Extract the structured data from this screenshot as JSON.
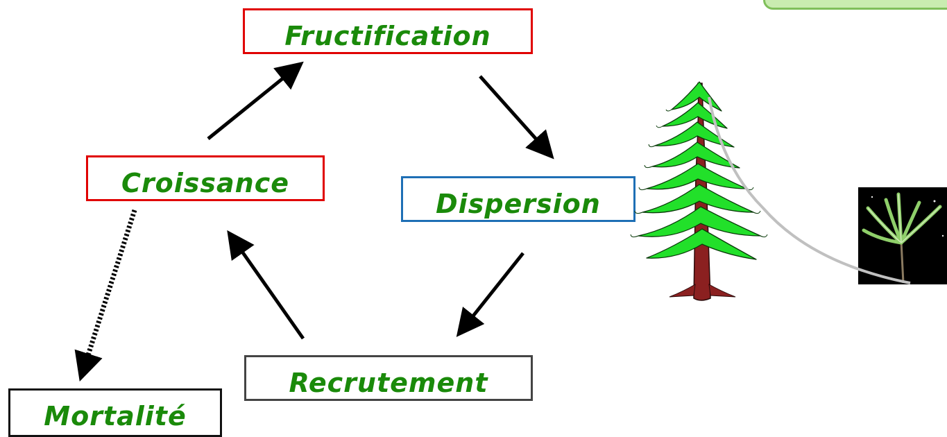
{
  "nodes": {
    "fructification": "Fructification",
    "dispersion": "Dispersion",
    "croissance": "Croissance",
    "recrutement": "Recrutement",
    "mortalite": "Mortalité"
  },
  "edges": [
    {
      "from": "croissance",
      "to": "fructification",
      "style": "solid"
    },
    {
      "from": "fructification",
      "to": "dispersion",
      "style": "solid"
    },
    {
      "from": "dispersion",
      "to": "recrutement",
      "style": "solid"
    },
    {
      "from": "recrutement",
      "to": "croissance",
      "style": "solid"
    },
    {
      "from": "croissance",
      "to": "mortalite",
      "style": "dotted"
    }
  ],
  "illustrations": {
    "tree": "conifer-tree-icon",
    "seedling": "seedling-icon"
  },
  "colors": {
    "label_text": "#1a8a0a",
    "border_red": "#e00000",
    "border_blue": "#1e6fb5",
    "border_gray": "#444444",
    "border_black": "#111111",
    "tree_foliage": "#22e02a",
    "tree_trunk": "#8b2020",
    "corner_tab": "#c9ecb0"
  }
}
